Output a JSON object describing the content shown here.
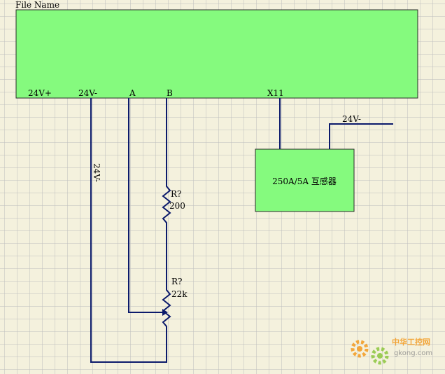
{
  "colors": {
    "paper": "#f4f1dd",
    "grid": "#bdbdbd",
    "module_fill": "#85fa7e",
    "wire": "#0b1a6b",
    "watermark_orange": "#f39a1e",
    "watermark_green": "#8cc63e"
  },
  "module": {
    "title": "File Name",
    "pins": [
      "24V+",
      "24V-",
      "A",
      "B",
      "X11"
    ]
  },
  "transformer": {
    "label": "250A/5A 互感器"
  },
  "nets": {
    "left_net_label": "24V-",
    "right_net_label": "24V-"
  },
  "resistors": [
    {
      "designator": "R?",
      "value": "200"
    },
    {
      "designator": "R?",
      "value": "22k"
    }
  ],
  "watermark": {
    "cn_text": "中华工控网",
    "site": "gkong.com"
  }
}
